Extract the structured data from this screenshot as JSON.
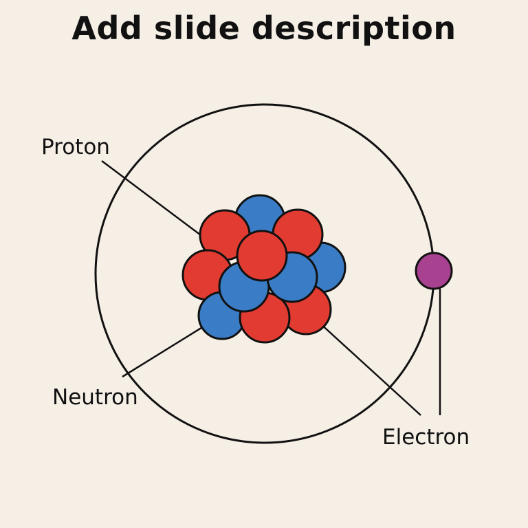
{
  "slide": {
    "title": "Add slide description"
  },
  "labels": {
    "proton": "Proton",
    "neutron": "Neutron",
    "electron": "Electron"
  },
  "colors": {
    "background": "#f5efe6",
    "proton": "#e23c32",
    "neutron": "#3a7dc6",
    "electron": "#a8418f",
    "outline": "#111111"
  },
  "icons": {
    "proton": "red-sphere",
    "neutron": "blue-sphere",
    "electron": "purple-sphere"
  }
}
